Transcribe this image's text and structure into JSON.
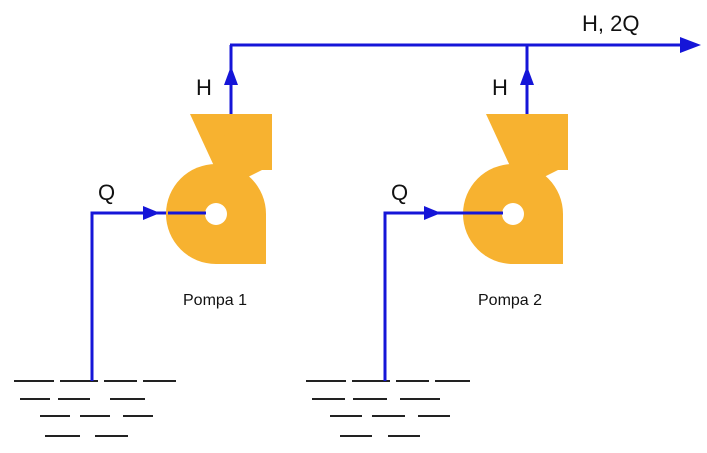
{
  "colors": {
    "pipe": "#1515d8",
    "pump_body": "#f7b230",
    "pump_eye": "#ffffff",
    "water_lines": "#222222",
    "text": "#111111",
    "background": "#ffffff"
  },
  "labels": {
    "outlet": "H, 2Q",
    "pump1_head": "H",
    "pump2_head": "H",
    "pump1_inflow": "Q",
    "pump2_inflow": "Q",
    "pump1_name": "Pompa 1",
    "pump2_name": "Pompa 2"
  }
}
